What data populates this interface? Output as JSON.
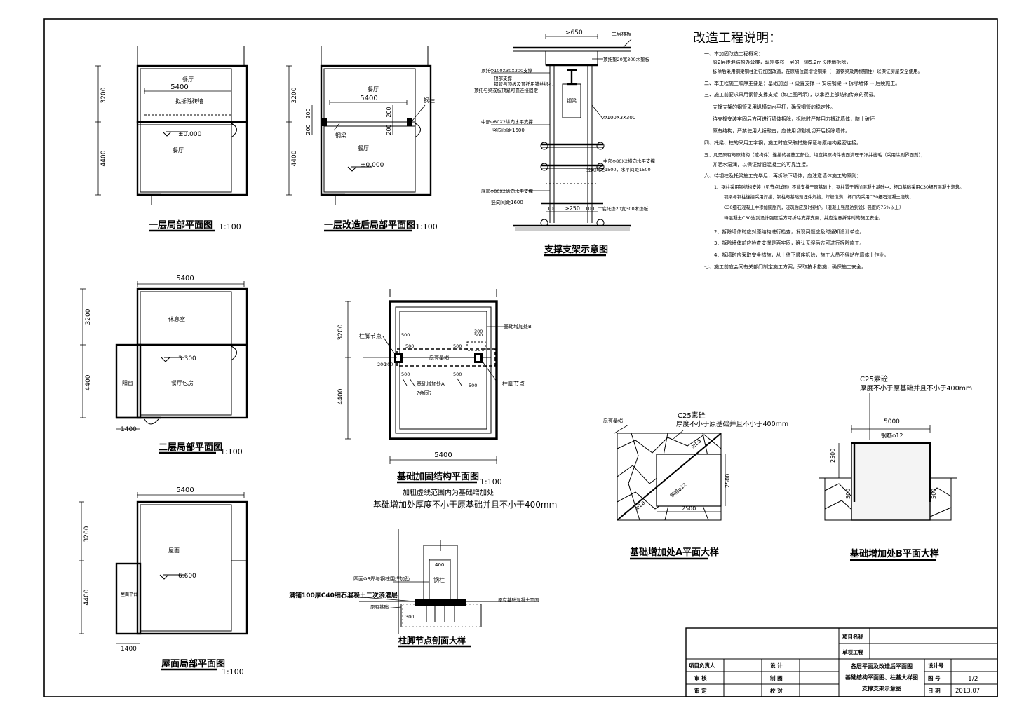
{
  "plans": {
    "p1": {
      "title": "一层局部平面图",
      "scale": "1:100",
      "d_top": "5400",
      "d_left1": "3200",
      "d_left2": "4400",
      "room_top": "餐厅",
      "room_bot": "餐厅",
      "wall_label": "拟拆除砖墙",
      "level": "±0.000"
    },
    "p2": {
      "title": "一层改造后局部平面图",
      "scale": "1:100",
      "d_top": "5400",
      "d_left1": "3200",
      "d_left2": "4400",
      "d_200a": "200",
      "d_200b": "200",
      "d_200c": "200",
      "d_200d": "200",
      "room_top": "餐厅",
      "room_bot": "餐厅",
      "beam_label": "钢梁",
      "col_label": "钢柱",
      "level": "±0.000"
    },
    "p3": {
      "title": "二层局部平面图",
      "scale": "1:100",
      "d_top": "5400",
      "d_left1": "3200",
      "d_left2": "4400",
      "d_bot": "1400",
      "room_top": "休息室",
      "room_mid": "餐厅包房",
      "side": "阳台",
      "level": "3.300"
    },
    "p4": {
      "title": "屋面局部平面图",
      "scale": "1:100",
      "d_top": "5400",
      "d_left1": "3200",
      "d_left2": "4400",
      "d_bot": "1400",
      "room": "屋面",
      "side": "屋面平台",
      "level": "6.600"
    }
  },
  "support": {
    "title": "支撑支架示意图",
    "dim_top": ">650",
    "dim_bot": ">250",
    "dim_100a": "100",
    "dim_100b": "100",
    "l_top_right": "二层楼板",
    "l_top_steel": "顶托Φ100X30X300支撑",
    "l_note1": "顶部支撑",
    "l_note2": "钢管与顶板及顶托用铁丝绑扎",
    "l_note3": "顶托与梁或板顶紧可靠连接固定",
    "l_right1": "顶托垫20宽300木垫板",
    "l_beam": "钢梁",
    "l_pipe": "Φ100X3X300",
    "l_mid1": "中部Φ80X2纵向水平支撑",
    "l_mid2": "竖向间距1600",
    "l_mid3": "中部Φ80X2横向水平支撑",
    "l_mid4": "竖向间距1500，水平间距1500",
    "l_bot1": "底部Φ80X2纵向水平支撑",
    "l_bot2": "竖向间距1600",
    "l_bot3": "底托垫20宽300木垫板"
  },
  "notes": {
    "title": "改造工程说明：",
    "lines": [
      "一、本加固改造工程概况：",
      "原2层砖混结构办公楼，现需要将一层的一道5.2m长砖墙拆除，",
      "拆除后采用钢梁钢柱进行加固改造，在原墙位置增设钢梁（一道钢梁及两根钢柱）以保证房屋安全使用。",
      "二、本工程施工顺序主要是：基础加固 → 设置支撑 → 安装钢梁 → 拆除墙体 → 后续施工。",
      "三、施工前要求采用钢管支撑支架（如上图所示），以承担上部结构传来的荷载。",
      "支撑支架的钢管采用纵横向水平杆，确保钢管的稳定性。",
      "待支撑安装牢固后方可进行墙体拆除，拆除时严禁用力振动墙体，防止破坏",
      "原有结构，严禁使用大锤敲击，应使用切割机切开后拆除墙体。",
      "四、托梁、柱的采用工字钢，施工时应采取措施保证与原结构紧密连接。",
      "五、凡是原有与原结构（或构件）连接的各施工部位，均应将原构件表面清理干净并凿毛（采用涂刷界面剂），",
      "并洒水湿润，以保证新旧混凝土的可靠连接。",
      "六、待钢柱及托梁施工完毕后，再拆除下墙体，应注意墙体施工的原则：",
      "1、钢柱采用钢结构安装（见节点详图）不能支撑于原基础上，钢柱置于新加混凝土基础中，杯口基础采用C30细石混凝土浇筑。",
      "钢梁与钢柱连接采用焊接，钢柱与基础预埋件焊接，焊缝饱满，杯口内采用C30细石混凝土浇筑，",
      "C30细石混凝土中掺加膨胀剂，浇筑后应及时养护。（混凝土强度达到设计强度的75%以上）",
      "待混凝土C30达到设计强度后方可拆除支撑支架，并应注意拆除时的施工安全。",
      "2、拆除墙体时应对原结构进行检查，发现问题应及时通知设计单位。",
      "3、拆除墙体前应检查支撑是否牢固，确认无误后方可进行拆除施工。",
      "4、拆墙时应采取安全措施，从上往下顺序拆除，施工人员不得站在墙体上作业。",
      "七、施工前应会同有关部门制定施工方案，采取技术措施，确保施工安全。"
    ]
  },
  "foundation": {
    "title": "基础加固结构平面图",
    "scale": "1:100",
    "note1": "加粗虚线范围内为基础增加处",
    "note2": "基础增加处厚度不小于原基础并且不小于400mm",
    "l_col_node1": "柱脚节点",
    "l_col_node2": "柱脚节点",
    "l_add_b": "基础增加处B",
    "l_add_a": "基础增加处A",
    "l_orig": "原有基础",
    "l_q": "?余同?",
    "d_3200": "3200",
    "d_4400": "4400",
    "d_5400": "5400",
    "d_500a": "500",
    "d_500b": "500",
    "d_500c": "500",
    "d_500d": "500",
    "d_500e": "500",
    "d_500f": "500",
    "d_500g": "500",
    "d_300": "300",
    "d_200a": "200",
    "d_200b": "200"
  },
  "detailA": {
    "title": "基础增加处A平面大样",
    "l_c25": "C25素砼",
    "l_thick": "厚度不小于原基础并且不小于400mm",
    "l_orig": "原有基础",
    "l_la": "≥La",
    "l_la2": "≥La",
    "l_bar": "钢筋φ12",
    "d_2500": "2500",
    "d_2500b": "2500"
  },
  "detailB": {
    "title": "基础增加处B平面大样",
    "l_c25": "C25素砼",
    "l_thick": "厚度不小于原基础并且不小于400mm",
    "d_5000": "5000",
    "d_2500": "2500",
    "l_bar": "钢筋φ12",
    "d_500a": "500",
    "d_500b": "500"
  },
  "colnode": {
    "title": "柱脚节点剖面大样",
    "d_400": "400",
    "l_col": "钢柱",
    "l_a": "四面Φ3焊与钢柱围焊加劲",
    "l_b": "满铺100厚C40细石混凝土二次浇灌层",
    "l_c": "原有基础",
    "l_d": "原有基础混凝土顶面",
    "d_300": "300"
  },
  "titleblock": {
    "proj_name": "项目名称",
    "sub_proj": "单项工程",
    "lead": "项目负责人",
    "design": "设 计",
    "check": "审 核",
    "draw": "制 图",
    "approve": "审 定",
    "proof": "校 对",
    "drawing_name1": "各层平面及改造后平面图",
    "drawing_name2": "基础结构平面图、柱基大样图",
    "drawing_name3": "支撑支架示意图",
    "design_no": "设计号",
    "drawing_no": "图 号",
    "date": "日 期",
    "drawing_no_val": "1/2",
    "date_val": "2013.07"
  }
}
